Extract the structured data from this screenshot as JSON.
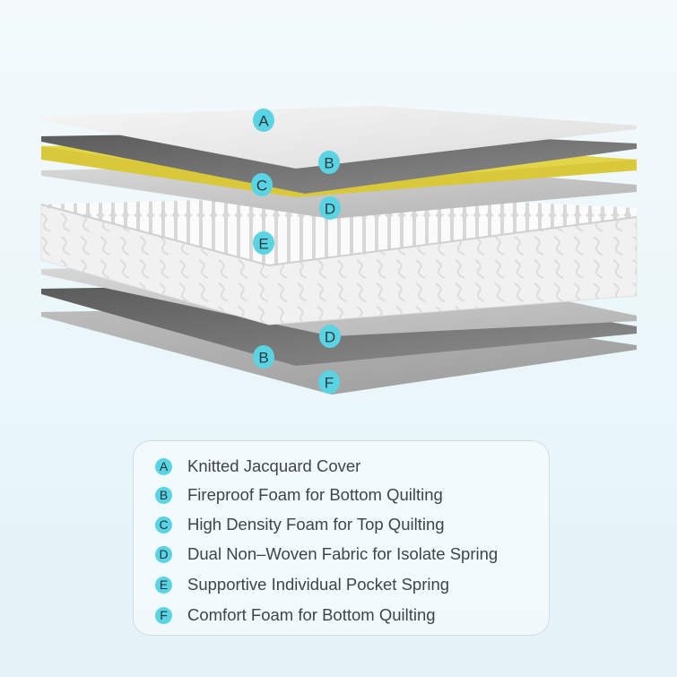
{
  "colors": {
    "badge": "#5ad4e3",
    "cover": "#efefef",
    "fireproof": "#7d7d7d",
    "high_density": "#d9c83a",
    "fabric": "#c4c4c4",
    "comfort": "#a9a9a9"
  },
  "diagram_labels": [
    "A",
    "B",
    "C",
    "D",
    "E",
    "D",
    "B",
    "F"
  ],
  "legend": [
    {
      "letter": "A",
      "text": "Knitted Jacquard Cover"
    },
    {
      "letter": "B",
      "text": "Fireproof Foam for Bottom Quilting"
    },
    {
      "letter": "C",
      "text": "High Density Foam for Top Quilting"
    },
    {
      "letter": "D",
      "text": "Dual Non–Woven Fabric for Isolate Spring"
    },
    {
      "letter": "E",
      "text": "Supportive Individual Pocket Spring"
    },
    {
      "letter": "F",
      "text": "Comfort Foam for Bottom Quilting"
    }
  ]
}
